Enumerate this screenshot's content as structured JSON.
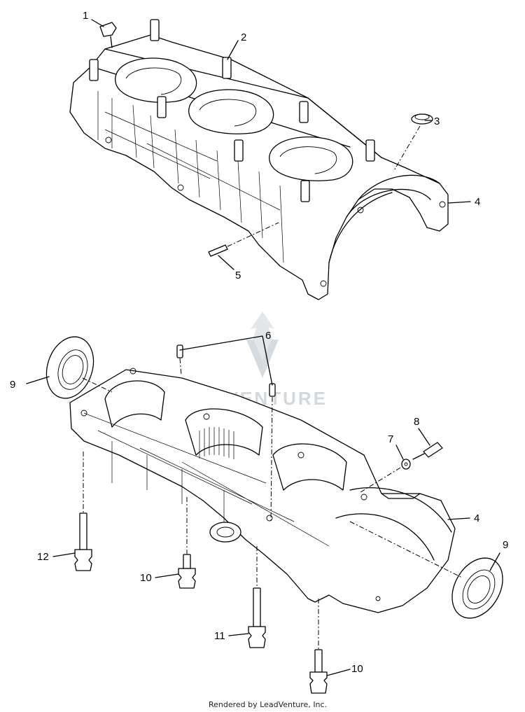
{
  "diagram": {
    "callouts": {
      "c1": "1",
      "c2": "2",
      "c3": "3",
      "c4a": "4",
      "c5": "5",
      "c6": "6",
      "c7": "7",
      "c8": "8",
      "c9a": "9",
      "c4b": "4",
      "c9b": "9",
      "c12": "12",
      "c10a": "10",
      "c11": "11",
      "c10b": "10"
    },
    "watermark": "LEADVENTURE",
    "footer": "Rendered by LeadVenture, Inc."
  },
  "colors": {
    "line": "#000000",
    "watermark": "#d3d8dd",
    "background": "#ffffff"
  }
}
